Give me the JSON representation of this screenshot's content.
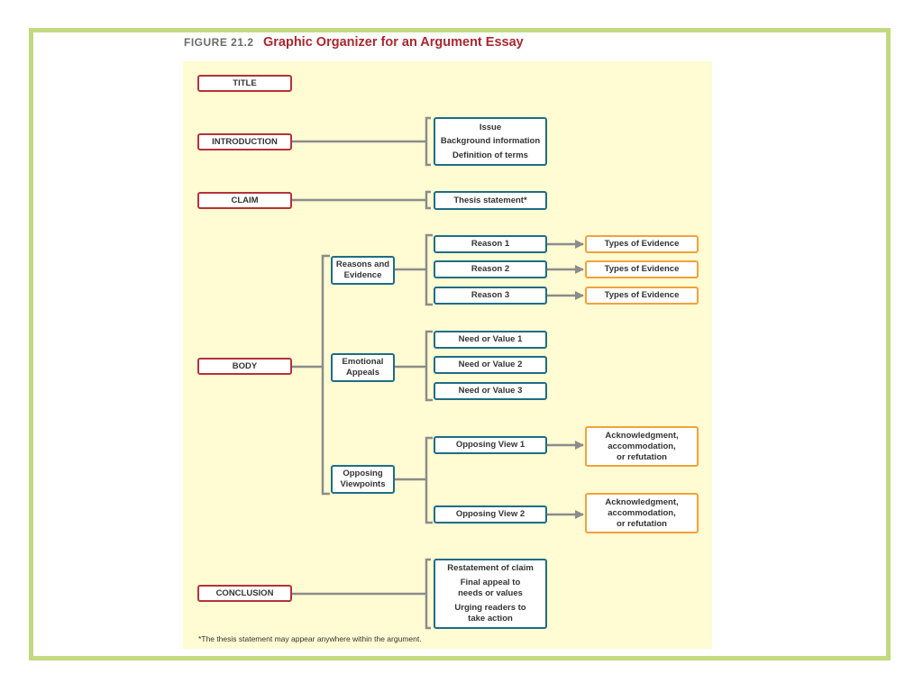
{
  "figure": {
    "number": "FIGURE 21.2",
    "title": "Graphic Organizer for an Argument Essay"
  },
  "sections": {
    "title": "TITLE",
    "introduction": "INTRODUCTION",
    "claim": "CLAIM",
    "body": "BODY",
    "conclusion": "CONCLUSION"
  },
  "introduction_items": [
    "Issue",
    "Background information",
    "Definition of terms"
  ],
  "claim_items": [
    "Thesis statement*"
  ],
  "body_groups": {
    "reasons": [
      "Reasons and",
      "Evidence"
    ],
    "emotional": [
      "Emotional",
      "Appeals"
    ],
    "opposing": [
      "Opposing",
      "Viewpoints"
    ]
  },
  "reasons": [
    "Reason 1",
    "Reason 2",
    "Reason 3"
  ],
  "evidence": [
    "Types of Evidence",
    "Types of Evidence",
    "Types of Evidence"
  ],
  "needs": [
    "Need or Value 1",
    "Need or Value 2",
    "Need or Value 3"
  ],
  "opposing_views": [
    "Opposing View 1",
    "Opposing View 2"
  ],
  "responses": [
    [
      "Acknowledgment,",
      "accommodation,",
      "or refutation"
    ],
    [
      "Acknowledgment,",
      "accommodation,",
      "or refutation"
    ]
  ],
  "conclusion_items": {
    "restatement": "Restatement of claim",
    "final_appeal": [
      "Final appeal to",
      "needs or values"
    ],
    "urging": [
      "Urging readers to",
      "take action"
    ]
  },
  "footnote": "*The thesis statement may appear anywhere within the argument.",
  "colors": {
    "frame": "#c3d97f",
    "panel": "#fffbd2",
    "red": "#b5323a",
    "blue": "#1e6d86",
    "orange": "#f2a23a",
    "connector": "#8c8c8c"
  }
}
